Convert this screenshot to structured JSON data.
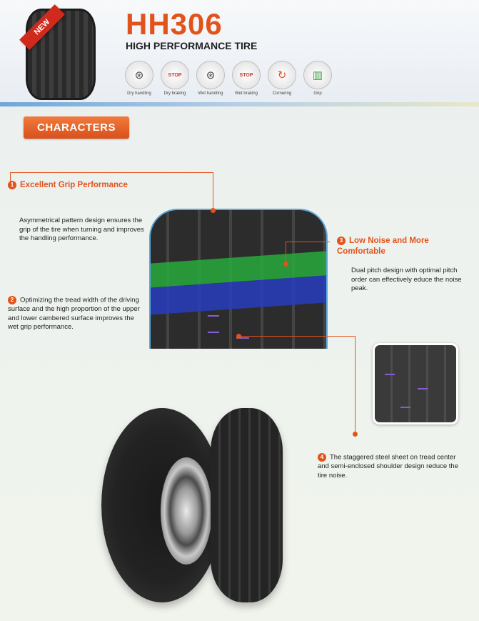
{
  "header": {
    "badge": "NEW",
    "model": "HH306",
    "tagline": "HIGH PERFORMANCE TIRE",
    "features": [
      {
        "label": "Dry handling",
        "icon": "steering-wheel-icon",
        "glyph": "⊛"
      },
      {
        "label": "Dry braking",
        "icon": "stop-sign-icon",
        "glyph": "STOP"
      },
      {
        "label": "Wet handling",
        "icon": "steering-wheel-wet-icon",
        "glyph": "⊛"
      },
      {
        "label": "Wet braking",
        "icon": "stop-sign-wet-icon",
        "glyph": "STOP"
      },
      {
        "label": "Cornering",
        "icon": "cornering-icon",
        "glyph": "↻"
      },
      {
        "label": "Grip",
        "icon": "grip-icon",
        "glyph": "▥"
      }
    ]
  },
  "section_button": "CHARACTERS",
  "points": [
    {
      "num": "1",
      "title": "Excellent Grip Performance",
      "text": "Asymmetrical pattern design ensures the grip of the tire when turning and improves the handling performance."
    },
    {
      "num": "2",
      "title": "",
      "text": "Optimizing the tread width of the driving surface and the high proportion of the upper and lower cambered surface improves the wet grip performance."
    },
    {
      "num": "3",
      "title": "Low Noise and More Comfortable",
      "text": "Dual pitch design with optimal pitch order can effectively educe the noise peak."
    },
    {
      "num": "4",
      "title": "",
      "text": "The staggered steel sheet on tread center and semi-enclosed shoulder design reduce the tire noise."
    }
  ],
  "colors": {
    "accent": "#e2531c",
    "green_band": "#28aa3c",
    "blue_band": "#283cbe",
    "tread_edge": "#5aa7d8"
  }
}
